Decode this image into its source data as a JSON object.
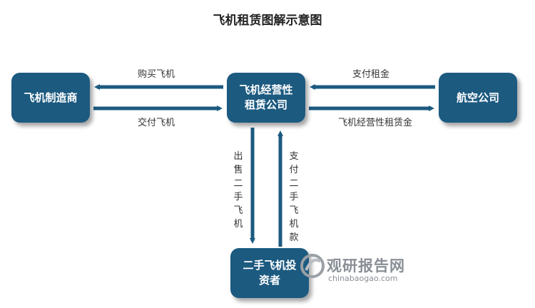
{
  "title": "飞机租赁图解示意图",
  "nodes": {
    "manufacturer": "飞机制造商",
    "lessor": "飞机经营性租赁公司",
    "airline": "航空公司",
    "investor": "二手飞机投资者"
  },
  "edges": {
    "buy_aircraft": "购买飞机",
    "deliver_aircraft": "交付飞机",
    "pay_rent": "支付租金",
    "lease_rent": "飞机经营性租赁金",
    "sell_used": "出售二手飞机",
    "pay_used": "支付二手飞机款"
  },
  "watermark": {
    "brand": "观研报告网",
    "url": "chinabaogao.com"
  },
  "colors": {
    "node": "#1c5a80",
    "arrow": "#1c5a80"
  }
}
